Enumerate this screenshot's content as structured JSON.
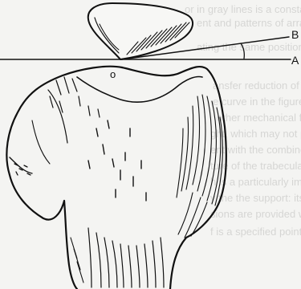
{
  "figure": {
    "labels": {
      "a": "A",
      "b": "B",
      "center_mark": "o"
    },
    "colors": {
      "ink": "#111111",
      "paper": "#f4f4f2"
    }
  },
  "bleed_through_text": [
    "or in gray lines is a constant, and that duplicat",
    "ent and patterns of arrangement are attached in d",
    "ating the same positioning of the femoral",
    "ansfer reduction of energy; it has been suggeste",
    "e curve in the figure it is shown to the right. F",
    "other mechanical features of stress distributio",
    "ght, which may not provide a complete spatial",
    "ent with the combined weight of the body and li",
    "ture of the trabecular system between two parts",
    "h is a particularly important factor of direction",
    "y the the support: its function is to deal with",
    "sions are provided with the ab the strut as",
    "f is a specified point by deep bone of the"
  ]
}
